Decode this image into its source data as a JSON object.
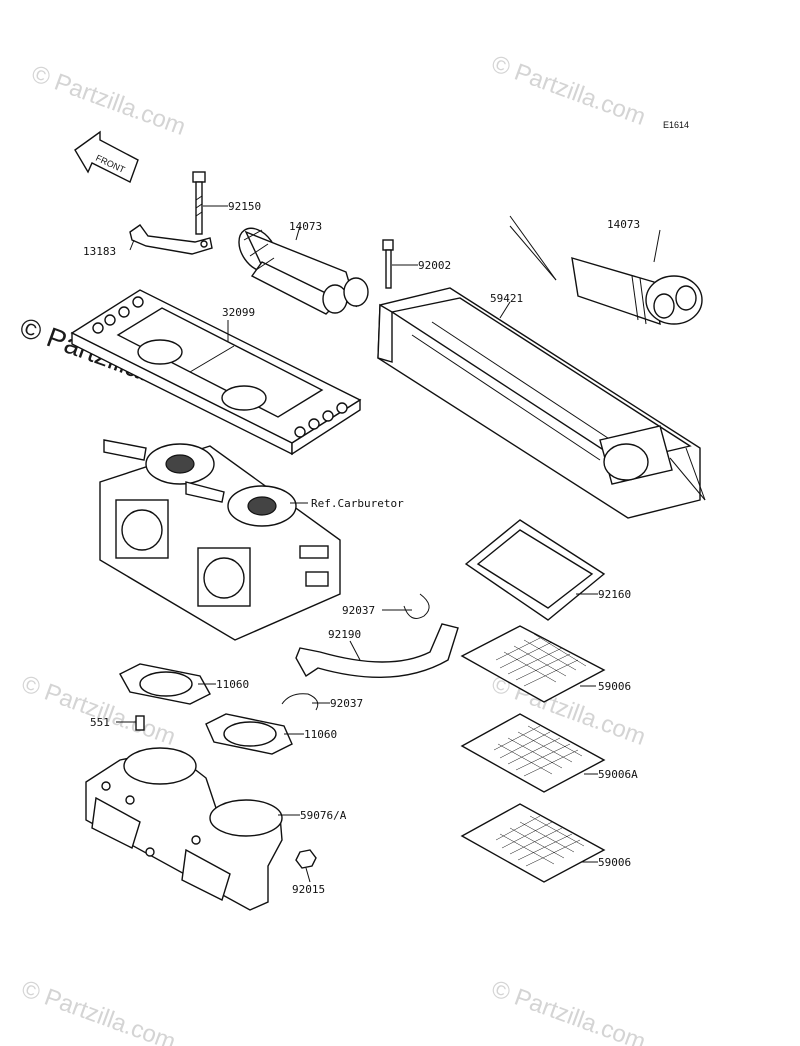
{
  "diagram_id": "E1614",
  "front_label": "FRONT",
  "watermark": "© Partzilla.com",
  "callouts": [
    {
      "id": "c-92150",
      "text": "92150"
    },
    {
      "id": "c-13183",
      "text": "13183"
    },
    {
      "id": "c-14073a",
      "text": "14073"
    },
    {
      "id": "c-92002",
      "text": "92002"
    },
    {
      "id": "c-14073b",
      "text": "14073"
    },
    {
      "id": "c-59421",
      "text": "59421"
    },
    {
      "id": "c-32099",
      "text": "32099"
    },
    {
      "id": "c-refcarb",
      "text": "Ref.Carburetor"
    },
    {
      "id": "c-92037a",
      "text": "92037"
    },
    {
      "id": "c-92160",
      "text": "92160"
    },
    {
      "id": "c-92190",
      "text": "92190"
    },
    {
      "id": "c-11060a",
      "text": "11060"
    },
    {
      "id": "c-59006a",
      "text": "59006"
    },
    {
      "id": "c-92037b",
      "text": "92037"
    },
    {
      "id": "c-551",
      "text": "551"
    },
    {
      "id": "c-11060b",
      "text": "11060"
    },
    {
      "id": "c-59006A",
      "text": "59006A"
    },
    {
      "id": "c-59076",
      "text": "59076/A"
    },
    {
      "id": "c-92015",
      "text": "92015"
    },
    {
      "id": "c-59006b",
      "text": "59006"
    }
  ]
}
